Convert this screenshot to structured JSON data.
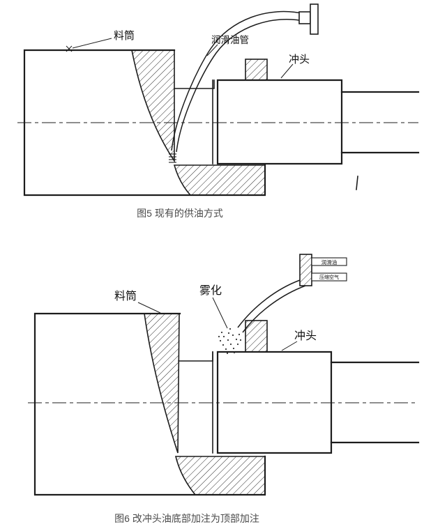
{
  "page": {
    "background": "#ffffff",
    "line_color": "#1c1c1c"
  },
  "figure5": {
    "caption": "图5 现有的供油方式",
    "labels": {
      "barrel": "料筒",
      "oil_pipe": "润滑油管",
      "punch": "冲头"
    }
  },
  "figure6": {
    "caption": "图6 改冲头油底部加注为顶部加注",
    "labels": {
      "barrel": "料筒",
      "atomize": "雾化",
      "punch": "冲头",
      "inlet_oil": "润滑油",
      "inlet_air": "压缩空气"
    }
  }
}
